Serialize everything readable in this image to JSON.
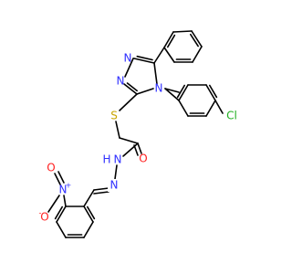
{
  "molecule": {
    "colors": {
      "carbon_bond": "#000000",
      "nitrogen": "#2f2fff",
      "oxygen": "#ff2020",
      "sulfur": "#c8a400",
      "chlorine": "#20b020"
    },
    "atoms": {
      "s": "S",
      "n_triazole_1": "N",
      "n_triazole_2": "N",
      "n_triazole_4": "N",
      "o_carbonyl": "O",
      "n_hydrazide_h": "N",
      "h_hydrazide": "H",
      "n_imine": "N",
      "n_nitro": "N",
      "n_nitro_charge": "+",
      "o_nitro_minus": "O",
      "o_nitro_minus_charge": "-",
      "o_nitro": "O",
      "cl": "Cl"
    }
  }
}
